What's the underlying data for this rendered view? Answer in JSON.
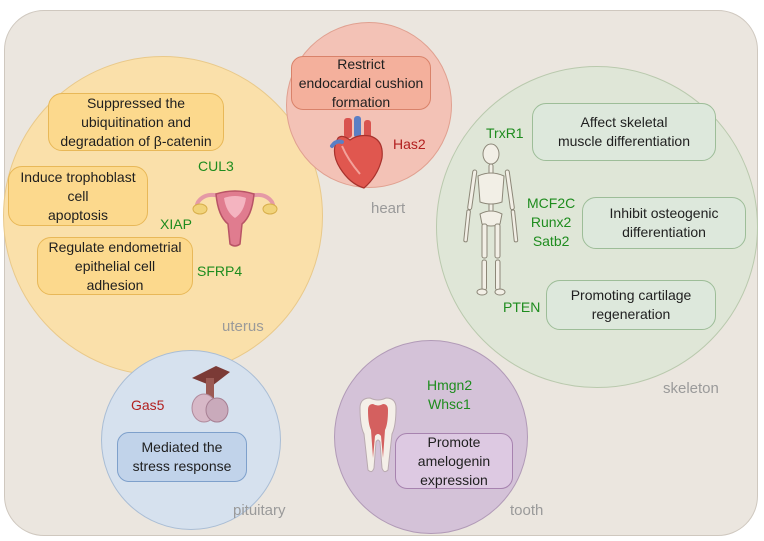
{
  "uterus": {
    "label": "uterus",
    "box1": [
      "Suppressed the",
      "ubiquitination and",
      "degradation of β-catenin"
    ],
    "box2": [
      "Induce trophoblast",
      "cell",
      "apoptosis"
    ],
    "box3": [
      "Regulate endometrial",
      "epithelial cell",
      "adhesion"
    ],
    "genes": [
      "CUL3",
      "XIAP",
      "SFRP4"
    ]
  },
  "heart": {
    "label": "heart",
    "box": [
      "Restrict",
      "endocardial cushion",
      "formation"
    ],
    "gene": "Has2"
  },
  "skeleton": {
    "label": "skeleton",
    "box1": [
      "Affect skeletal",
      "muscle differentiation"
    ],
    "box2": [
      "Inhibit osteogenic",
      "differentiation"
    ],
    "box3": [
      "Promoting cartilage",
      "regeneration"
    ],
    "gene1": "TrxR1",
    "gene2": [
      "MCF2C",
      "Runx2",
      "Satb2"
    ],
    "gene3": "PTEN"
  },
  "pituitary": {
    "label": "pituitary",
    "box": [
      "Mediated  the",
      "stress response"
    ],
    "gene": "Gas5"
  },
  "tooth": {
    "label": "tooth",
    "box": [
      "Promote",
      "amelogenin",
      "expression"
    ],
    "genes": [
      "Hmgn2",
      "Whsc1"
    ]
  },
  "colors": {
    "uterus_fill": "#fae0aa",
    "heart_fill": "#f3c2b6",
    "skeleton_fill": "#dfe6d7",
    "pituitary_fill": "#d6e1ee",
    "tooth_fill": "#d4c2d8",
    "gene_green": "#1e8c1e",
    "gene_red": "#b21f1f"
  },
  "icons": [
    "uterus-icon",
    "heart-icon",
    "skeleton-icon",
    "pituitary-icon",
    "tooth-icon"
  ]
}
